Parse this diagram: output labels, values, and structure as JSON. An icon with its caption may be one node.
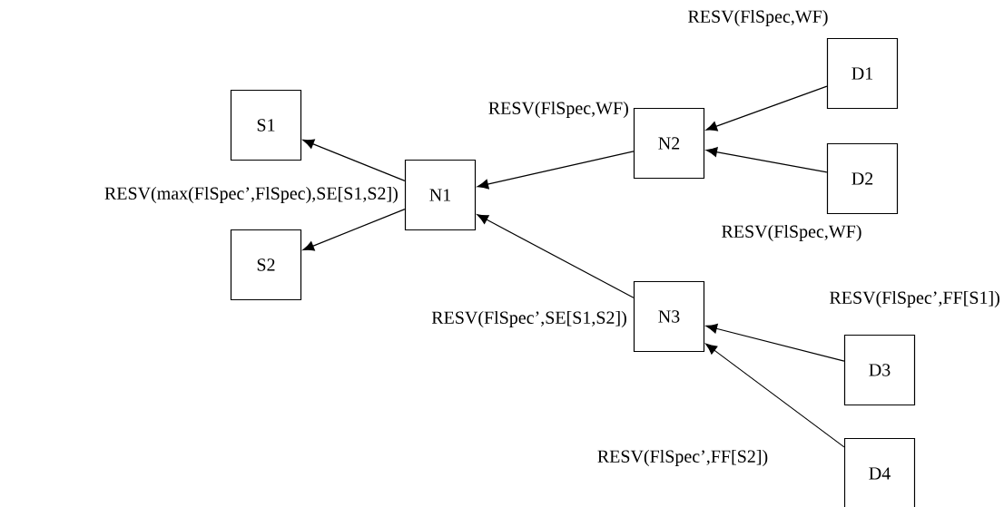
{
  "diagram": {
    "nodes": [
      {
        "text": [
          "S1"
        ]
      },
      {
        "text": [
          "S2"
        ]
      },
      {
        "text": [
          "N1"
        ]
      },
      {
        "text": [
          "N2"
        ]
      },
      {
        "text": [
          "N3"
        ]
      },
      {
        "text": [
          "D1"
        ]
      },
      {
        "text": [
          "D2"
        ]
      },
      {
        "text": [
          "D3"
        ]
      },
      {
        "text": [
          "D4"
        ]
      }
    ],
    "edges": [
      {
        "from": 2,
        "to": 0,
        "arrow": "to"
      },
      {
        "from": 2,
        "to": 1,
        "arrow": "to"
      },
      {
        "from": 3,
        "to": 2,
        "arrow": "to"
      },
      {
        "from": 5,
        "to": 3,
        "arrow": "to"
      },
      {
        "from": 6,
        "to": 3,
        "arrow": "to"
      },
      {
        "from": 4,
        "to": 2,
        "arrow": "to"
      },
      {
        "from": 7,
        "to": 4,
        "arrow": "to"
      },
      {
        "from": 8,
        "to": 4,
        "arrow": "to"
      }
    ],
    "labels": [
      "RESV(FlSpec,WF)",
      "RESV(FlSpec,WF)",
      "RESV(max(FlSpec’,FlSpec),SE[S1,S2])",
      "RESV(FlSpec,WF)",
      "RESV(FlSpec’,FF[S1])",
      "RESV(FlSpec’,SE[S1,S2])",
      "RESV(FlSpec’,FF[S2])"
    ]
  }
}
